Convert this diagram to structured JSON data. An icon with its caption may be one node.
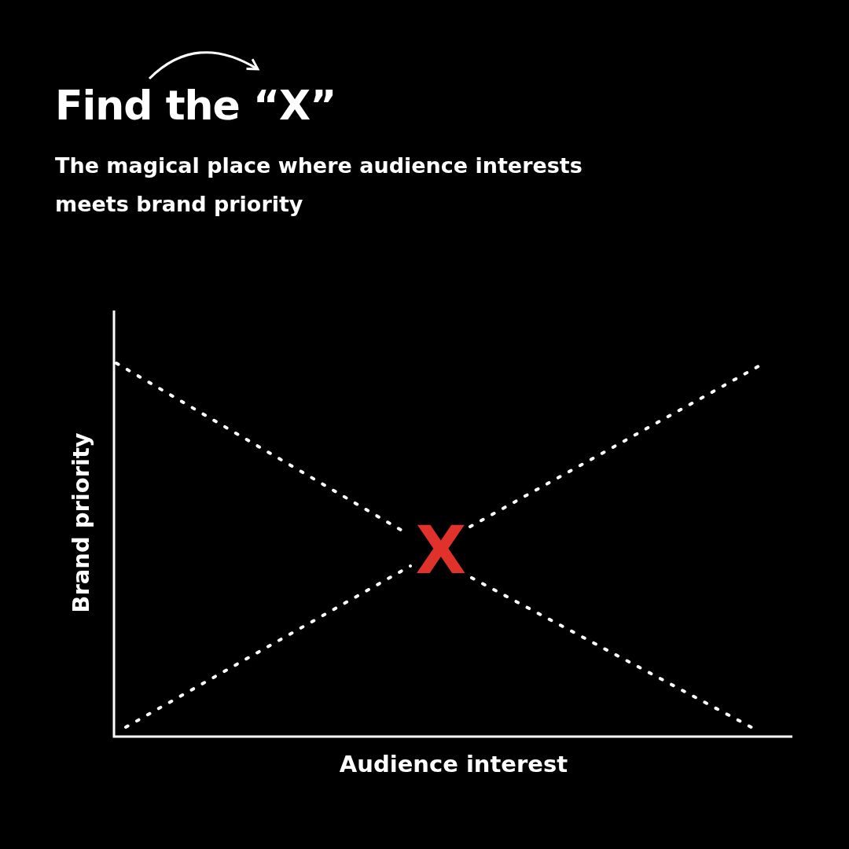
{
  "diagram": {
    "title": "Find the “X”",
    "labels": [
      "The magical place where audience interests meets brand priority",
      "Brand priority",
      "X",
      "Audience interest"
    ]
  }
}
